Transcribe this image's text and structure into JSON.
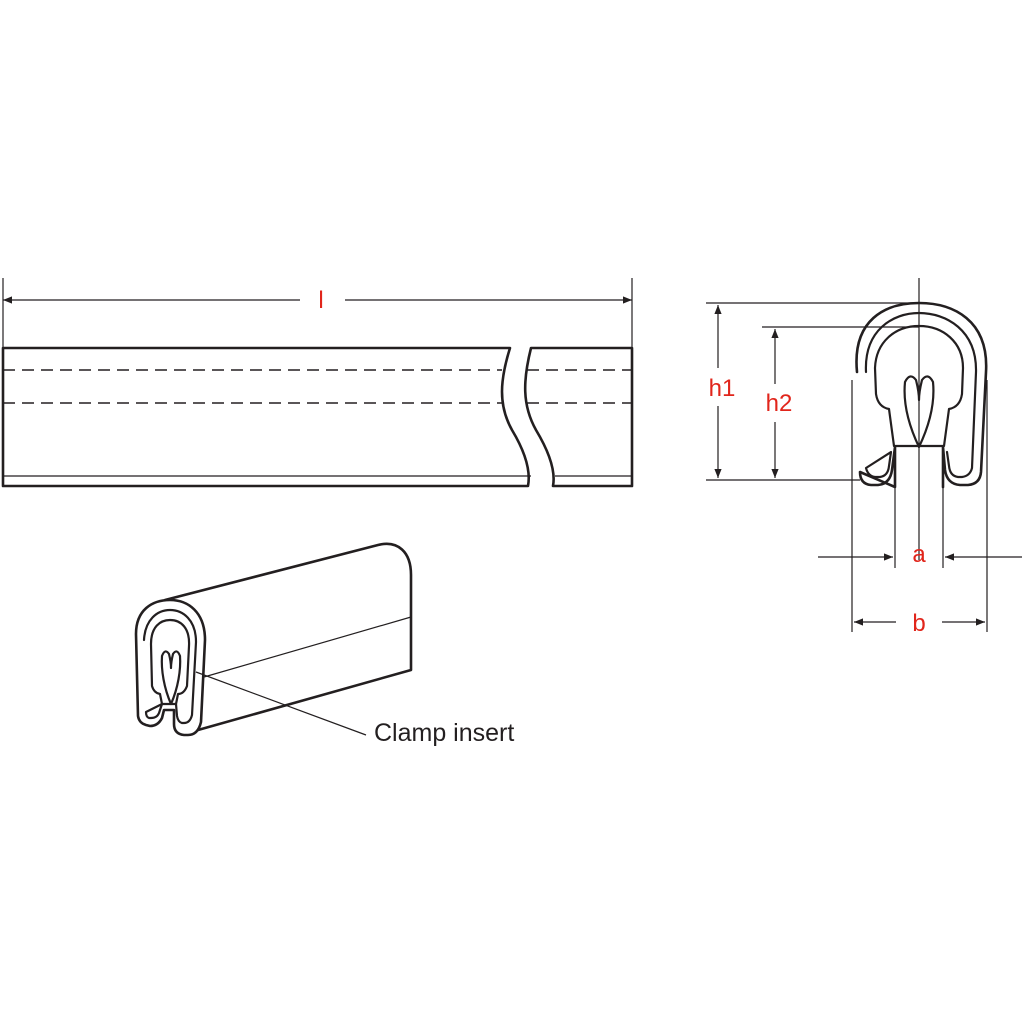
{
  "labels": {
    "l": "l",
    "h1": "h1",
    "h2": "h2",
    "a": "a",
    "b": "b",
    "callout": "Clamp insert"
  },
  "colors": {
    "line": "#231f20",
    "dimension_label": "#e1251b"
  }
}
